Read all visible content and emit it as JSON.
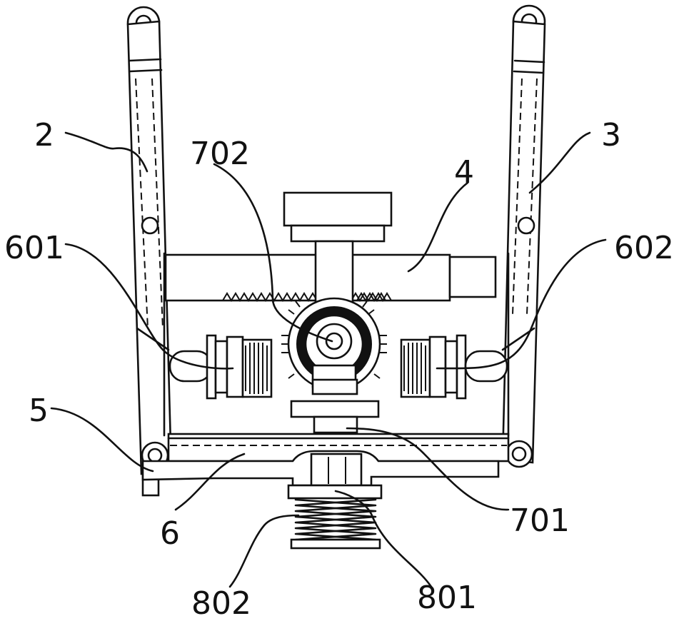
{
  "labels": {
    "part_2": "2",
    "part_3": "3",
    "part_4": "4",
    "part_5": "5",
    "part_6": "6",
    "part_601": "601",
    "part_602": "602",
    "part_701": "701",
    "part_702": "702",
    "part_801": "801",
    "part_802": "802"
  }
}
